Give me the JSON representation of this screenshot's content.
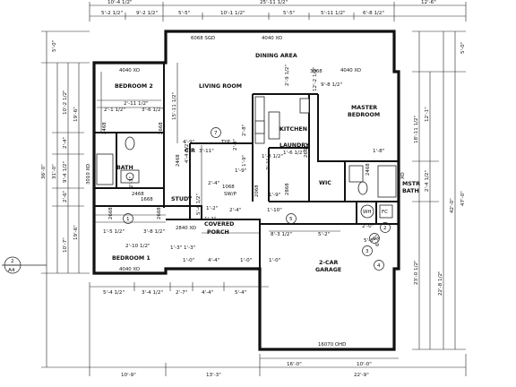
{
  "rooms": {
    "bedroom2": "BEDROOM 2",
    "bedroom1": "BEDROOM 1",
    "living": "LIVING ROOM",
    "dining": "DINING AREA",
    "master_bedroom_1": "MASTER",
    "master_bedroom_2": "BEDROOM",
    "kitchen": "KITCHEN",
    "laundry": "LAUNDRY",
    "bath": "BATH",
    "study": "STUDY",
    "cir": "CIR",
    "wic": "WIC",
    "mstr_bath_1": "MSTR",
    "mstr_bath_2": "BATH",
    "covered_porch_1": "COVERED",
    "covered_porch_2": "PORCH",
    "garage_1": "2-CAR",
    "garage_2": "GARAGE"
  },
  "notes": {
    "living_window": "6068 SGD",
    "dining_window": "4040 XO",
    "bed2_window": "4040 XO",
    "bed1_window": "4040 XO",
    "master_window": "4040 XO",
    "garage_door": "16070 OHD",
    "door_3068": "3068",
    "door_2468_a": "2468",
    "door_2468_b": "2468",
    "door_2468_c": "2468",
    "door_2468_d": "2468",
    "door_2668_a": "2668",
    "door_2668_b": "2668",
    "door_2668_c": "2668",
    "door_2668_d": "2668",
    "door_2868": "2868",
    "door_2068": "2068",
    "door_1668": "1668",
    "door_1068": "1068",
    "door_1068_sub": "SW/P",
    "window_3010": "3010 XO",
    "window_2840": "2840 XO",
    "wh": "WH",
    "fc": "FC",
    "typ": "TYP",
    "xo_right": "XO"
  },
  "dims": {
    "top": [
      "10'-4 1/2\"",
      "25'-11 1/2\"",
      "12'-6\""
    ],
    "top2": [
      "5'-2 1/2\"",
      "9'-2 1/2\"",
      "5'-5\"",
      "10'-1 1/2\"",
      "5'-5\"",
      "5'-11 1/2\"",
      "6'-8 1/2\""
    ],
    "bottom1": [
      "5'-4 1/2\"",
      "3'-4 1/2\"",
      "2'-7\"",
      "4'-4\"",
      "5'-4\""
    ],
    "bottom2": [
      "10'-9\"",
      "13'-3\"",
      "22'-9\""
    ],
    "bottom3": [
      "16'-0\"",
      "10'-0\""
    ],
    "left": [
      "5'-0\"",
      "10'-2 1/2\"",
      "19'-6\"",
      "36'-0\"",
      "31'-0\"",
      "9'-4 1/2\"",
      "2'-4\"",
      "2'-6\"",
      "19'-6\"",
      "10'-7\""
    ],
    "right": [
      "5'-0\"",
      "12'-1\"",
      "18'-11 1/2\"",
      "2'-4 1/2\"",
      "23'-0 1/2\"",
      "47'-0\"",
      "42'-0\"",
      "22'-8 1/2\""
    ],
    "interior": [
      "12'-2 1/2\"",
      "15'-11 1/2\"",
      "2'-11 1/2\"",
      "2'-1 1/2\"",
      "3'-6 1/2\"",
      "4'-9\"",
      "3'-11\"",
      "5'-4 1/2\"",
      "4'-4 1/2\"",
      "1'-9\"",
      "2'-8\"",
      "2'-4\"",
      "1'-10\"",
      "1'-9\"",
      "1'-6 1/2\"",
      "2'-8\"",
      "1'-9\"",
      "8'-3 1/2\"",
      "5'-2\"",
      "2'-10 1/2\"",
      "1'-5 1/2\"",
      "3'-8 1/2\"",
      "1'-2\"",
      "1'-3\"",
      "1'-0\"",
      "4'-4\"",
      "1'-0\"",
      "2'-0\"",
      "6'-6\"",
      "2'-9 1/2\"",
      "1'-2\"",
      "2'-4\"",
      "5'-8\"",
      "1'-8\""
    ],
    "more": [
      "9'-8 1/2\"",
      "1'-8 1/2\"",
      "2'-1\"",
      "2'-3\"",
      "1'-3\"",
      "1'-0\""
    ]
  },
  "keys": [
    "7",
    "1",
    "5",
    "2",
    "3",
    "4",
    "6"
  ],
  "section_mark": {
    "num": "2",
    "sheet": "A4"
  }
}
